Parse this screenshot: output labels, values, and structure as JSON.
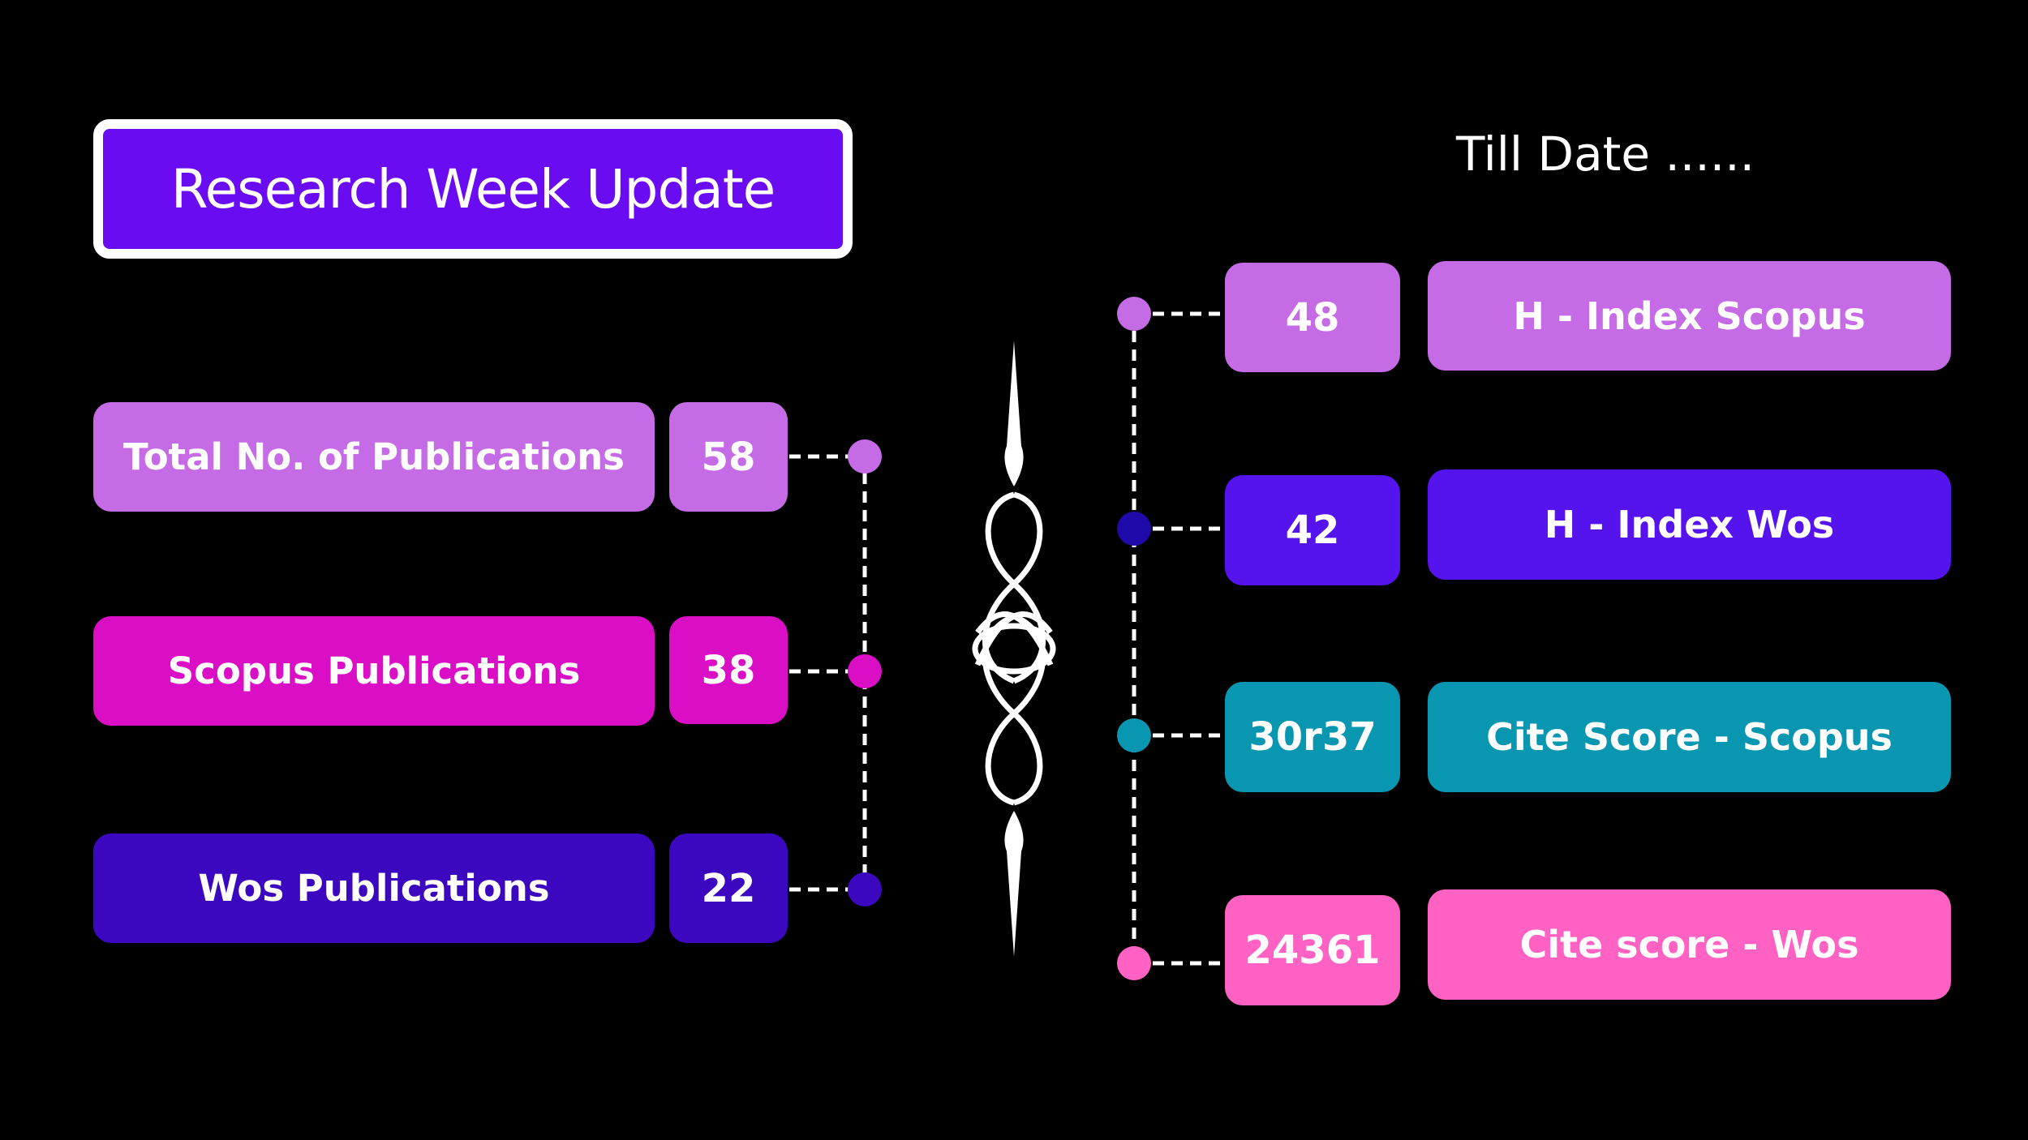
{
  "title": "Research Week Update",
  "subtitle": "Till Date ......",
  "left_items": [
    {
      "label": "Total No. of Publications",
      "value": "58",
      "color": "#c56be6"
    },
    {
      "label": "Scopus Publications",
      "value": "38",
      "color": "#da0ec4"
    },
    {
      "label": "Wos Publications",
      "value": "22",
      "color": "#3c08bf"
    }
  ],
  "right_items": [
    {
      "label": "H - Index Scopus",
      "value": "48",
      "color": "#c56be6"
    },
    {
      "label": "H - Index Wos",
      "value": "42",
      "color": "#5514ee"
    },
    {
      "label": "Cite Score - Scopus",
      "value": "30r37",
      "color": "#0896b1"
    },
    {
      "label": "Cite score - Wos",
      "value": "24361",
      "color": "#ff62c2"
    }
  ],
  "dot_colors": {
    "left": [
      "#c56be6",
      "#da0ec4",
      "#3c08bf"
    ],
    "right": [
      "#c56be6",
      "#1d0aa8",
      "#0896b1",
      "#ff62c2"
    ]
  },
  "ornament": "celtic-knot-divider-icon"
}
